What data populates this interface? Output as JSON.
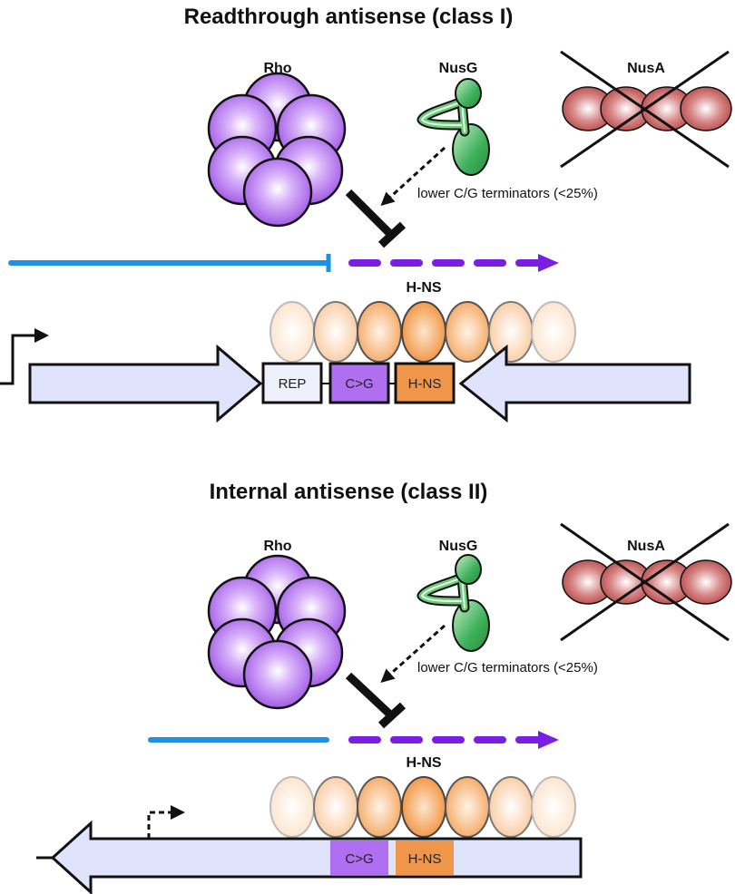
{
  "panel1": {
    "title": "Readthrough antisense (class I)",
    "rho_label": "Rho",
    "nusg_label": "NusG",
    "nusa_label": "NusA",
    "terminator_note": "lower C/G terminators (<25%)",
    "hns_label": "H-NS",
    "boxes": [
      "REP",
      "C>G",
      "H-NS"
    ]
  },
  "panel2": {
    "title": "Internal antisense (class II)",
    "rho_label": "Rho",
    "nusg_label": "NusG",
    "nusa_label": "NusA",
    "terminator_note": "lower C/G terminators (<25%)",
    "hns_label": "H-NS",
    "boxes": [
      "C>G",
      "H-NS"
    ]
  },
  "colors": {
    "rho": "#a05ae6",
    "nusg": "#3db05a",
    "nusa": "#b03a3a",
    "hns": "#f08c3c",
    "rna_blue": "#1e90e6",
    "rna_purple": "#7a1ee6",
    "gene_fill": "#dfe3fb",
    "cg_box": "#b06ef0",
    "hns_box": "#f0964b"
  }
}
